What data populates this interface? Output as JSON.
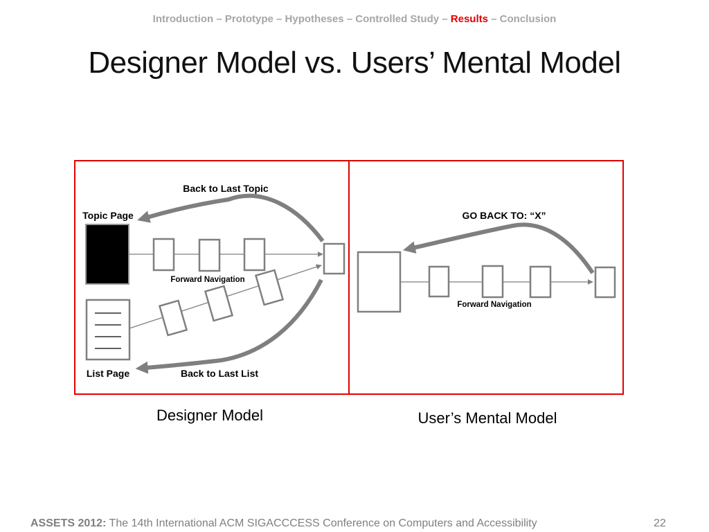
{
  "nav": {
    "items": [
      "Introduction",
      "Prototype",
      "Hypotheses",
      "Controlled Study",
      "Results",
      "Conclusion"
    ],
    "active": "Results",
    "separator": " – "
  },
  "slide": {
    "title": "Designer Model vs. Users’ Mental Model"
  },
  "designer_panel": {
    "caption": "Designer Model",
    "topic_page_label": "Topic Page",
    "list_page_label": "List Page",
    "back_topic_label": "Back to Last Topic",
    "back_list_label": "Back to Last List",
    "forward_label": "Forward Navigation"
  },
  "user_panel": {
    "caption": "User’s Mental Model",
    "go_back_label": "GO BACK TO: “X”",
    "forward_label": "Forward Navigation"
  },
  "colors": {
    "frame": "#e00000",
    "arrow": "#7f7f7f",
    "box_stroke": "#7f7f7f",
    "nav_inactive": "#a6a6a6",
    "nav_active": "#e00000"
  },
  "footer": {
    "conference_bold": "ASSETS 2012:",
    "conference_text": " The 14th International ACM SIGACCCESS Conference on Computers and Accessibility",
    "page_number": "22"
  }
}
